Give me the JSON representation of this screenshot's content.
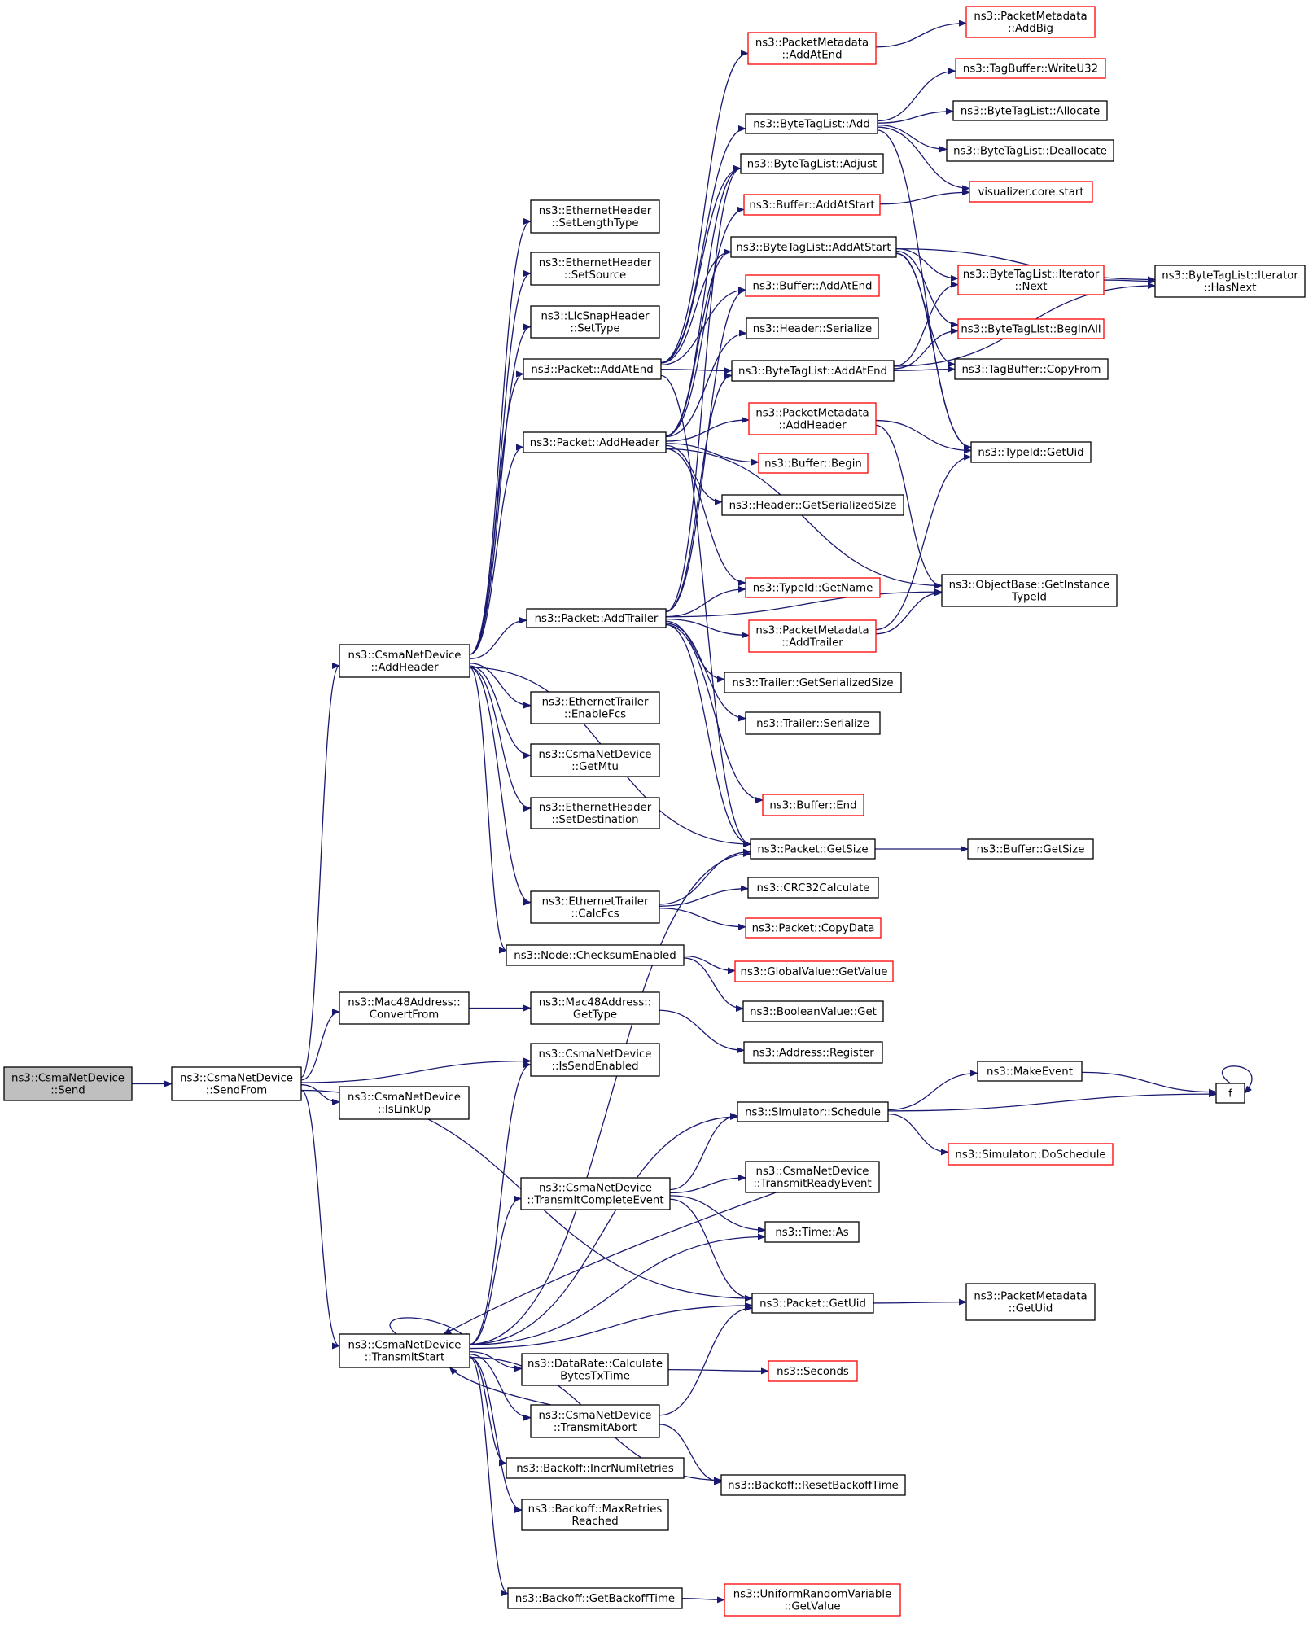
{
  "colors": {
    "edge": "#191970",
    "border_normal": "#000000",
    "border_truncated": "#ff0000",
    "root_fill": "#bfbfbf",
    "node_fill": "#ffffff"
  },
  "nodes": [
    {
      "id": "send",
      "lines": [
        "ns3::CsmaNetDevice",
        "::Send"
      ],
      "style": "root"
    },
    {
      "id": "sendfrom",
      "lines": [
        "ns3::CsmaNetDevice",
        "::SendFrom"
      ],
      "style": "normal"
    },
    {
      "id": "addheader",
      "lines": [
        "ns3::CsmaNetDevice",
        "::AddHeader"
      ],
      "style": "normal"
    },
    {
      "id": "convertfrom",
      "lines": [
        "ns3::Mac48Address::",
        "ConvertFrom"
      ],
      "style": "normal"
    },
    {
      "id": "issendenabled",
      "lines": [
        "ns3::CsmaNetDevice",
        "::IsSendEnabled"
      ],
      "style": "normal"
    },
    {
      "id": "islinkup",
      "lines": [
        "ns3::CsmaNetDevice",
        "::IsLinkUp"
      ],
      "style": "normal"
    },
    {
      "id": "transmitstart",
      "lines": [
        "ns3::CsmaNetDevice",
        "::TransmitStart"
      ],
      "style": "normal"
    },
    {
      "id": "pkt_getuid",
      "lines": [
        "ns3::Packet::GetUid"
      ],
      "style": "normal"
    },
    {
      "id": "eth_setlengthtype",
      "lines": [
        "ns3::EthernetHeader",
        "::SetLengthType"
      ],
      "style": "normal"
    },
    {
      "id": "eth_setsource",
      "lines": [
        "ns3::EthernetHeader",
        "::SetSource"
      ],
      "style": "normal"
    },
    {
      "id": "llc_settype",
      "lines": [
        "ns3::LlcSnapHeader",
        "::SetType"
      ],
      "style": "normal"
    },
    {
      "id": "pkt_addatend",
      "lines": [
        "ns3::Packet::AddAtEnd"
      ],
      "style": "normal"
    },
    {
      "id": "pkt_addheader",
      "lines": [
        "ns3::Packet::AddHeader"
      ],
      "style": "normal"
    },
    {
      "id": "pkt_addtrailer",
      "lines": [
        "ns3::Packet::AddTrailer"
      ],
      "style": "normal"
    },
    {
      "id": "ethtr_enablefcs",
      "lines": [
        "ns3::EthernetTrailer",
        "::EnableFcs"
      ],
      "style": "normal"
    },
    {
      "id": "csma_getmtu",
      "lines": [
        "ns3::CsmaNetDevice",
        "::GetMtu"
      ],
      "style": "normal"
    },
    {
      "id": "eth_setdest",
      "lines": [
        "ns3::EthernetHeader",
        "::SetDestination"
      ],
      "style": "normal"
    },
    {
      "id": "ethtr_calcfcs",
      "lines": [
        "ns3::EthernetTrailer",
        "::CalcFcs"
      ],
      "style": "normal"
    },
    {
      "id": "node_checksum",
      "lines": [
        "ns3::Node::ChecksumEnabled"
      ],
      "style": "normal"
    },
    {
      "id": "mac48_gettype",
      "lines": [
        "ns3::Mac48Address::",
        "GetType"
      ],
      "style": "normal"
    },
    {
      "id": "pm_addatend",
      "lines": [
        "ns3::PacketMetadata",
        "::AddAtEnd"
      ],
      "style": "truncated"
    },
    {
      "id": "pm_addbig",
      "lines": [
        "ns3::PacketMetadata",
        "::AddBig"
      ],
      "style": "truncated"
    },
    {
      "id": "tb_writeu32",
      "lines": [
        "ns3::TagBuffer::WriteU32"
      ],
      "style": "truncated"
    },
    {
      "id": "btl_add",
      "lines": [
        "ns3::ByteTagList::Add"
      ],
      "style": "normal"
    },
    {
      "id": "btl_allocate",
      "lines": [
        "ns3::ByteTagList::Allocate"
      ],
      "style": "normal"
    },
    {
      "id": "btl_deallocate",
      "lines": [
        "ns3::ByteTagList::Deallocate"
      ],
      "style": "normal"
    },
    {
      "id": "btl_adjust",
      "lines": [
        "ns3::ByteTagList::Adjust"
      ],
      "style": "normal"
    },
    {
      "id": "vis_start",
      "lines": [
        "visualizer.core.start"
      ],
      "style": "truncated"
    },
    {
      "id": "buf_addatstart",
      "lines": [
        "ns3::Buffer::AddAtStart"
      ],
      "style": "truncated"
    },
    {
      "id": "btl_addatstart",
      "lines": [
        "ns3::ByteTagList::AddAtStart"
      ],
      "style": "normal"
    },
    {
      "id": "btl_iter_next",
      "lines": [
        "ns3::ByteTagList::Iterator",
        "::Next"
      ],
      "style": "truncated"
    },
    {
      "id": "btl_iter_hasnext",
      "lines": [
        "ns3::ByteTagList::Iterator",
        "::HasNext"
      ],
      "style": "normal"
    },
    {
      "id": "buf_addatend",
      "lines": [
        "ns3::Buffer::AddAtEnd"
      ],
      "style": "truncated"
    },
    {
      "id": "btl_beginall",
      "lines": [
        "ns3::ByteTagList::BeginAll"
      ],
      "style": "truncated"
    },
    {
      "id": "hdr_serialize",
      "lines": [
        "ns3::Header::Serialize"
      ],
      "style": "normal"
    },
    {
      "id": "btl_addatend",
      "lines": [
        "ns3::ByteTagList::AddAtEnd"
      ],
      "style": "normal"
    },
    {
      "id": "tb_copyfrom",
      "lines": [
        "ns3::TagBuffer::CopyFrom"
      ],
      "style": "normal"
    },
    {
      "id": "pm_addheader",
      "lines": [
        "ns3::PacketMetadata",
        "::AddHeader"
      ],
      "style": "truncated"
    },
    {
      "id": "typeid_getuid",
      "lines": [
        "ns3::TypeId::GetUid"
      ],
      "style": "normal"
    },
    {
      "id": "buf_begin",
      "lines": [
        "ns3::Buffer::Begin"
      ],
      "style": "truncated"
    },
    {
      "id": "hdr_getsersize",
      "lines": [
        "ns3::Header::GetSerializedSize"
      ],
      "style": "normal"
    },
    {
      "id": "typeid_getname",
      "lines": [
        "ns3::TypeId::GetName"
      ],
      "style": "truncated"
    },
    {
      "id": "objbase_getinst",
      "lines": [
        "ns3::ObjectBase::GetInstance",
        "TypeId"
      ],
      "style": "normal"
    },
    {
      "id": "pm_addtrailer",
      "lines": [
        "ns3::PacketMetadata",
        "::AddTrailer"
      ],
      "style": "truncated"
    },
    {
      "id": "tr_getsersize",
      "lines": [
        "ns3::Trailer::GetSerializedSize"
      ],
      "style": "normal"
    },
    {
      "id": "tr_serialize",
      "lines": [
        "ns3::Trailer::Serialize"
      ],
      "style": "normal"
    },
    {
      "id": "buf_end",
      "lines": [
        "ns3::Buffer::End"
      ],
      "style": "truncated"
    },
    {
      "id": "pkt_getsize",
      "lines": [
        "ns3::Packet::GetSize"
      ],
      "style": "normal"
    },
    {
      "id": "buf_getsize",
      "lines": [
        "ns3::Buffer::GetSize"
      ],
      "style": "normal"
    },
    {
      "id": "crc32",
      "lines": [
        "ns3::CRC32Calculate"
      ],
      "style": "normal"
    },
    {
      "id": "pkt_copydata",
      "lines": [
        "ns3::Packet::CopyData"
      ],
      "style": "truncated"
    },
    {
      "id": "gv_getvalue",
      "lines": [
        "ns3::GlobalValue::GetValue"
      ],
      "style": "truncated"
    },
    {
      "id": "bool_get",
      "lines": [
        "ns3::BooleanValue::Get"
      ],
      "style": "normal"
    },
    {
      "id": "addr_register",
      "lines": [
        "ns3::Address::Register"
      ],
      "style": "normal"
    },
    {
      "id": "makeevent",
      "lines": [
        "ns3::MakeEvent"
      ],
      "style": "normal"
    },
    {
      "id": "f",
      "lines": [
        "f"
      ],
      "style": "normal"
    },
    {
      "id": "sim_schedule",
      "lines": [
        "ns3::Simulator::Schedule"
      ],
      "style": "normal"
    },
    {
      "id": "sim_doschedule",
      "lines": [
        "ns3::Simulator::DoSchedule"
      ],
      "style": "truncated"
    },
    {
      "id": "csma_txready",
      "lines": [
        "ns3::CsmaNetDevice",
        "::TransmitReadyEvent"
      ],
      "style": "normal"
    },
    {
      "id": "csma_txcomplete",
      "lines": [
        "ns3::CsmaNetDevice",
        "::TransmitCompleteEvent"
      ],
      "style": "normal"
    },
    {
      "id": "time_as",
      "lines": [
        "ns3::Time::As"
      ],
      "style": "normal"
    },
    {
      "id": "pm_getuid",
      "lines": [
        "ns3::PacketMetadata",
        "::GetUid"
      ],
      "style": "normal"
    },
    {
      "id": "dr_calcbytes",
      "lines": [
        "ns3::DataRate::Calculate",
        "BytesTxTime"
      ],
      "style": "normal"
    },
    {
      "id": "seconds",
      "lines": [
        "ns3::Seconds"
      ],
      "style": "truncated"
    },
    {
      "id": "csma_txabort",
      "lines": [
        "ns3::CsmaNetDevice",
        "::TransmitAbort"
      ],
      "style": "normal"
    },
    {
      "id": "bo_incr",
      "lines": [
        "ns3::Backoff::IncrNumRetries"
      ],
      "style": "normal"
    },
    {
      "id": "bo_reset",
      "lines": [
        "ns3::Backoff::ResetBackoffTime"
      ],
      "style": "normal"
    },
    {
      "id": "bo_maxretries",
      "lines": [
        "ns3::Backoff::MaxRetries",
        "Reached"
      ],
      "style": "normal"
    },
    {
      "id": "bo_getbackoff",
      "lines": [
        "ns3::Backoff::GetBackoffTime"
      ],
      "style": "normal"
    },
    {
      "id": "urv_getvalue",
      "lines": [
        "ns3::UniformRandomVariable",
        "::GetValue"
      ],
      "style": "truncated"
    }
  ],
  "edges": [
    [
      "send",
      "sendfrom"
    ],
    [
      "sendfrom",
      "addheader"
    ],
    [
      "sendfrom",
      "convertfrom"
    ],
    [
      "sendfrom",
      "issendenabled"
    ],
    [
      "sendfrom",
      "islinkup"
    ],
    [
      "sendfrom",
      "transmitstart"
    ],
    [
      "sendfrom",
      "pkt_getuid"
    ],
    [
      "addheader",
      "eth_setlengthtype"
    ],
    [
      "addheader",
      "eth_setsource"
    ],
    [
      "addheader",
      "llc_settype"
    ],
    [
      "addheader",
      "pkt_addatend"
    ],
    [
      "addheader",
      "pkt_addheader"
    ],
    [
      "addheader",
      "pkt_addtrailer"
    ],
    [
      "addheader",
      "ethtr_enablefcs"
    ],
    [
      "addheader",
      "csma_getmtu"
    ],
    [
      "addheader",
      "eth_setdest"
    ],
    [
      "addheader",
      "ethtr_calcfcs"
    ],
    [
      "addheader",
      "node_checksum"
    ],
    [
      "addheader",
      "pkt_getsize"
    ],
    [
      "pkt_addatend",
      "pm_addatend"
    ],
    [
      "pkt_addatend",
      "btl_add"
    ],
    [
      "pkt_addatend",
      "btl_adjust"
    ],
    [
      "pkt_addatend",
      "btl_addatstart"
    ],
    [
      "pkt_addatend",
      "buf_addatend"
    ],
    [
      "pkt_addatend",
      "btl_addatend"
    ],
    [
      "pkt_addatend",
      "pkt_getsize"
    ],
    [
      "pkt_addheader",
      "btl_adjust"
    ],
    [
      "pkt_addheader",
      "buf_addatstart"
    ],
    [
      "pkt_addheader",
      "btl_addatstart"
    ],
    [
      "pkt_addheader",
      "hdr_serialize"
    ],
    [
      "pkt_addheader",
      "pm_addheader"
    ],
    [
      "pkt_addheader",
      "buf_begin"
    ],
    [
      "pkt_addheader",
      "hdr_getsersize"
    ],
    [
      "pkt_addheader",
      "typeid_getname"
    ],
    [
      "pkt_addheader",
      "objbase_getinst"
    ],
    [
      "pkt_addtrailer",
      "btl_adjust"
    ],
    [
      "pkt_addtrailer",
      "buf_addatend"
    ],
    [
      "pkt_addtrailer",
      "btl_addatend"
    ],
    [
      "pkt_addtrailer",
      "typeid_getname"
    ],
    [
      "pkt_addtrailer",
      "pm_addtrailer"
    ],
    [
      "pkt_addtrailer",
      "tr_getsersize"
    ],
    [
      "pkt_addtrailer",
      "tr_serialize"
    ],
    [
      "pkt_addtrailer",
      "buf_end"
    ],
    [
      "pkt_addtrailer",
      "pkt_getsize"
    ],
    [
      "pkt_addtrailer",
      "objbase_getinst"
    ],
    [
      "pm_addatend",
      "pm_addbig"
    ],
    [
      "btl_add",
      "tb_writeu32"
    ],
    [
      "btl_add",
      "btl_allocate"
    ],
    [
      "btl_add",
      "btl_deallocate"
    ],
    [
      "btl_add",
      "vis_start"
    ],
    [
      "btl_add",
      "typeid_getuid"
    ],
    [
      "buf_addatstart",
      "vis_start"
    ],
    [
      "btl_addatstart",
      "btl_iter_next"
    ],
    [
      "btl_addatstart",
      "btl_iter_hasnext"
    ],
    [
      "btl_addatstart",
      "btl_beginall"
    ],
    [
      "btl_addatstart",
      "tb_copyfrom"
    ],
    [
      "btl_addatstart",
      "typeid_getuid"
    ],
    [
      "btl_iter_next",
      "btl_iter_hasnext"
    ],
    [
      "btl_addatend",
      "btl_iter_next"
    ],
    [
      "btl_addatend",
      "btl_beginall"
    ],
    [
      "btl_addatend",
      "tb_copyfrom"
    ],
    [
      "btl_addatend",
      "btl_iter_hasnext"
    ],
    [
      "pm_addheader",
      "typeid_getuid"
    ],
    [
      "pm_addheader",
      "objbase_getinst"
    ],
    [
      "pm_addtrailer",
      "typeid_getuid"
    ],
    [
      "pm_addtrailer",
      "objbase_getinst"
    ],
    [
      "pkt_getsize",
      "buf_getsize"
    ],
    [
      "ethtr_calcfcs",
      "pkt_getsize"
    ],
    [
      "ethtr_calcfcs",
      "crc32"
    ],
    [
      "ethtr_calcfcs",
      "pkt_copydata"
    ],
    [
      "node_checksum",
      "gv_getvalue"
    ],
    [
      "node_checksum",
      "bool_get"
    ],
    [
      "convertfrom",
      "mac48_gettype"
    ],
    [
      "mac48_gettype",
      "addr_register"
    ],
    [
      "sim_schedule",
      "makeevent"
    ],
    [
      "sim_schedule",
      "f"
    ],
    [
      "sim_schedule",
      "sim_doschedule"
    ],
    [
      "makeevent",
      "f"
    ],
    [
      "f",
      "f"
    ],
    [
      "csma_txcomplete",
      "sim_schedule"
    ],
    [
      "csma_txcomplete",
      "csma_txready"
    ],
    [
      "csma_txcomplete",
      "time_as"
    ],
    [
      "csma_txcomplete",
      "pkt_getuid"
    ],
    [
      "csma_txready",
      "transmitstart"
    ],
    [
      "pkt_getuid",
      "pm_getuid"
    ],
    [
      "transmitstart",
      "transmitstart"
    ],
    [
      "transmitstart",
      "pkt_getsize"
    ],
    [
      "transmitstart",
      "issendenabled"
    ],
    [
      "transmitstart",
      "sim_schedule"
    ],
    [
      "transmitstart",
      "csma_txcomplete"
    ],
    [
      "transmitstart",
      "time_as"
    ],
    [
      "transmitstart",
      "pkt_getuid"
    ],
    [
      "transmitstart",
      "dr_calcbytes"
    ],
    [
      "transmitstart",
      "csma_txabort"
    ],
    [
      "transmitstart",
      "bo_incr"
    ],
    [
      "transmitstart",
      "bo_maxretries"
    ],
    [
      "transmitstart",
      "bo_reset"
    ],
    [
      "transmitstart",
      "bo_getbackoff"
    ],
    [
      "dr_calcbytes",
      "seconds"
    ],
    [
      "csma_txabort",
      "transmitstart"
    ],
    [
      "csma_txabort",
      "pkt_getuid"
    ],
    [
      "csma_txabort",
      "bo_reset"
    ],
    [
      "bo_getbackoff",
      "urv_getvalue"
    ]
  ]
}
